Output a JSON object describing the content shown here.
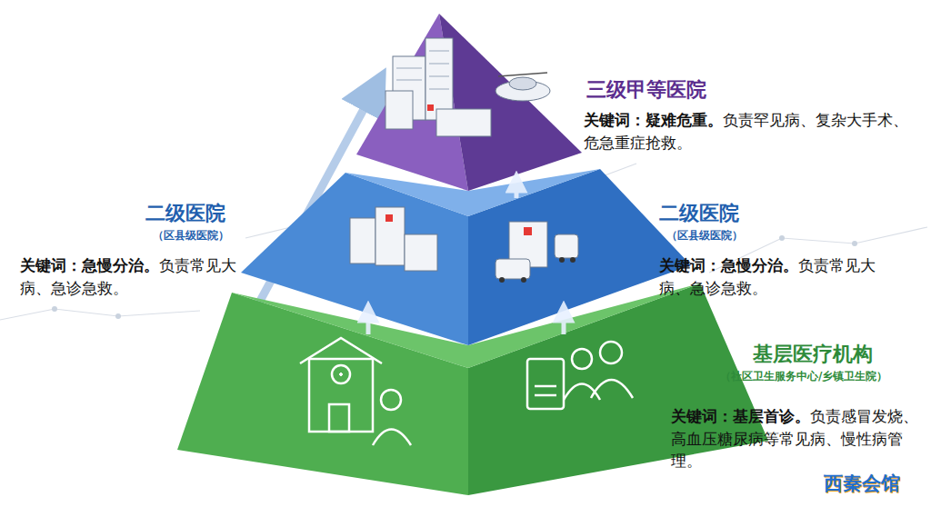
{
  "diagram": {
    "nodes": [
      {
        "text": [
          "三级甲等医院",
          "关键词：疑难危重。",
          "负责罕见病、复杂大手术、危急重症抢救。"
        ]
      },
      {
        "text": [
          "二级医院",
          "（区县级医院）",
          "关键词：急慢分治。",
          "负责常见大病、急诊急救。",
          "二级医院",
          "（区县级医院）",
          "关键词：急慢分治。",
          "负责常见大病、急诊急救。"
        ]
      },
      {
        "text": [
          "基层医疗机构",
          "（社区卫生服务中心/乡镇卫生院）",
          "关键词：基层首诊。",
          "负责感冒发烧、高血压糖尿病等常见病、慢性病管理。"
        ]
      }
    ],
    "edges": [
      {
        "from": 2,
        "to": 1,
        "arrow": "to"
      },
      {
        "from": 2,
        "to": 1,
        "arrow": "to"
      },
      {
        "from": 1,
        "to": 0,
        "arrow": "to"
      }
    ],
    "labels": [
      "西秦会馆"
    ]
  }
}
